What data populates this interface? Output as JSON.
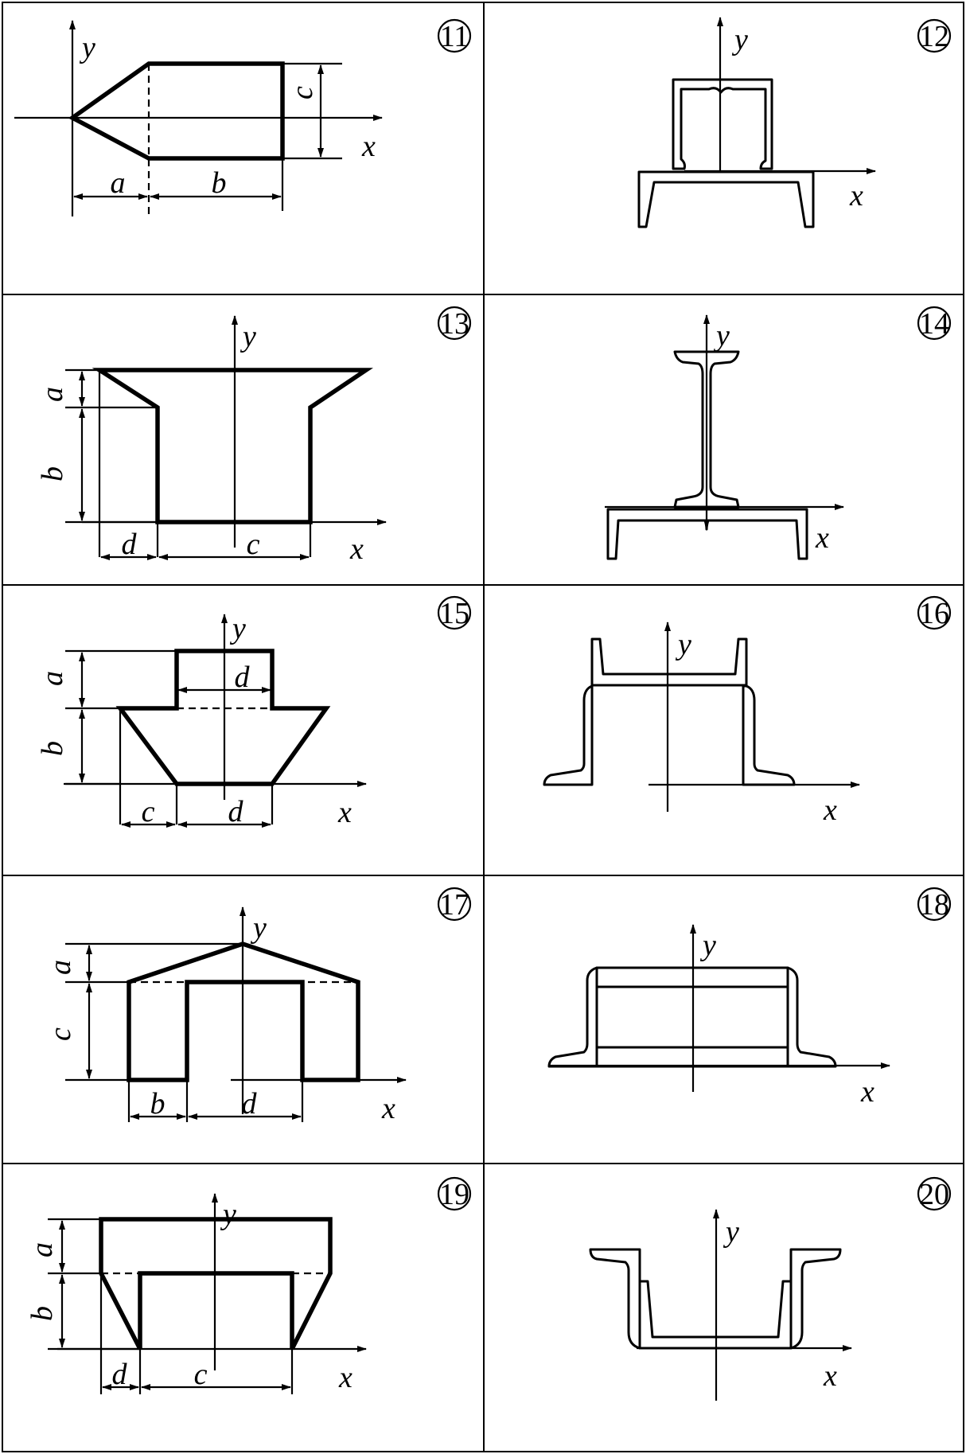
{
  "cells": [
    {
      "number": "11",
      "labels": {
        "a": "a",
        "b": "b",
        "c": "c",
        "x": "x",
        "y": "y"
      }
    },
    {
      "number": "12",
      "labels": {
        "x": "x",
        "y": "y"
      }
    },
    {
      "number": "13",
      "labels": {
        "a": "a",
        "b": "b",
        "c": "c",
        "d": "d",
        "x": "x",
        "y": "y"
      }
    },
    {
      "number": "14",
      "labels": {
        "x": "x",
        "y": "y"
      }
    },
    {
      "number": "15",
      "labels": {
        "a": "a",
        "b": "b",
        "c": "c",
        "d1": "d",
        "d2": "d",
        "x": "x",
        "y": "y"
      }
    },
    {
      "number": "16",
      "labels": {
        "x": "x",
        "y": "y"
      }
    },
    {
      "number": "17",
      "labels": {
        "a": "a",
        "b": "b",
        "c": "c",
        "d": "d",
        "x": "x",
        "y": "y"
      }
    },
    {
      "number": "18",
      "labels": {
        "x": "x",
        "y": "y"
      }
    },
    {
      "number": "19",
      "labels": {
        "a": "a",
        "b": "b",
        "c": "c",
        "d": "d",
        "x": "x",
        "y": "y"
      }
    },
    {
      "number": "20",
      "labels": {
        "x": "x",
        "y": "y"
      }
    }
  ]
}
